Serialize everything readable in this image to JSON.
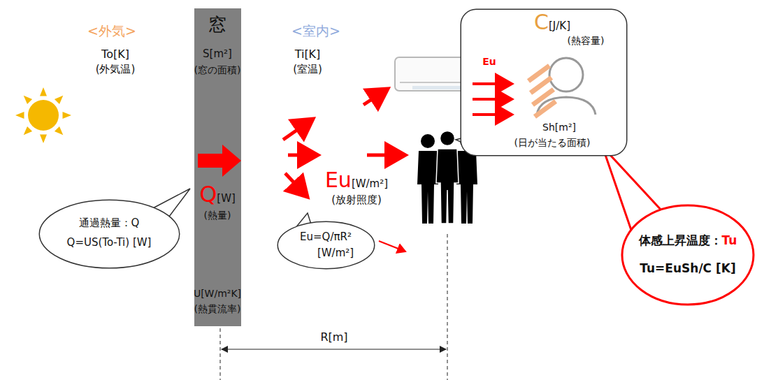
{
  "diagram": {
    "nodes": [
      {
        "text": [
          "窓",
          "S[m²]",
          "(窓の面積)",
          "Q",
          "[W]",
          "(熱量)",
          "U[W/m²K]",
          "(熱貫流率)"
        ]
      },
      {
        "text": [
          "通過熱量：Q",
          "Q=US(To-Ti) [W]"
        ]
      },
      {
        "text": [
          "Eu=Q/πR²",
          "[W/m²]"
        ]
      },
      {
        "text": [
          "C",
          "[J/K]",
          "(熱容量)",
          "Eu",
          "Sh[m²]",
          "(日が当たる面積)"
        ]
      },
      {
        "text": [
          "体感上昇温度：",
          "Tu",
          "Tu=EuSh/C [K]"
        ]
      }
    ],
    "labels": [
      "<外気>",
      "To[K]",
      "(外気温)",
      "<室内>",
      "Ti[K]",
      "(室温)",
      "Eu",
      "[W/m²]",
      "(放射照度)",
      "R[m]"
    ]
  }
}
